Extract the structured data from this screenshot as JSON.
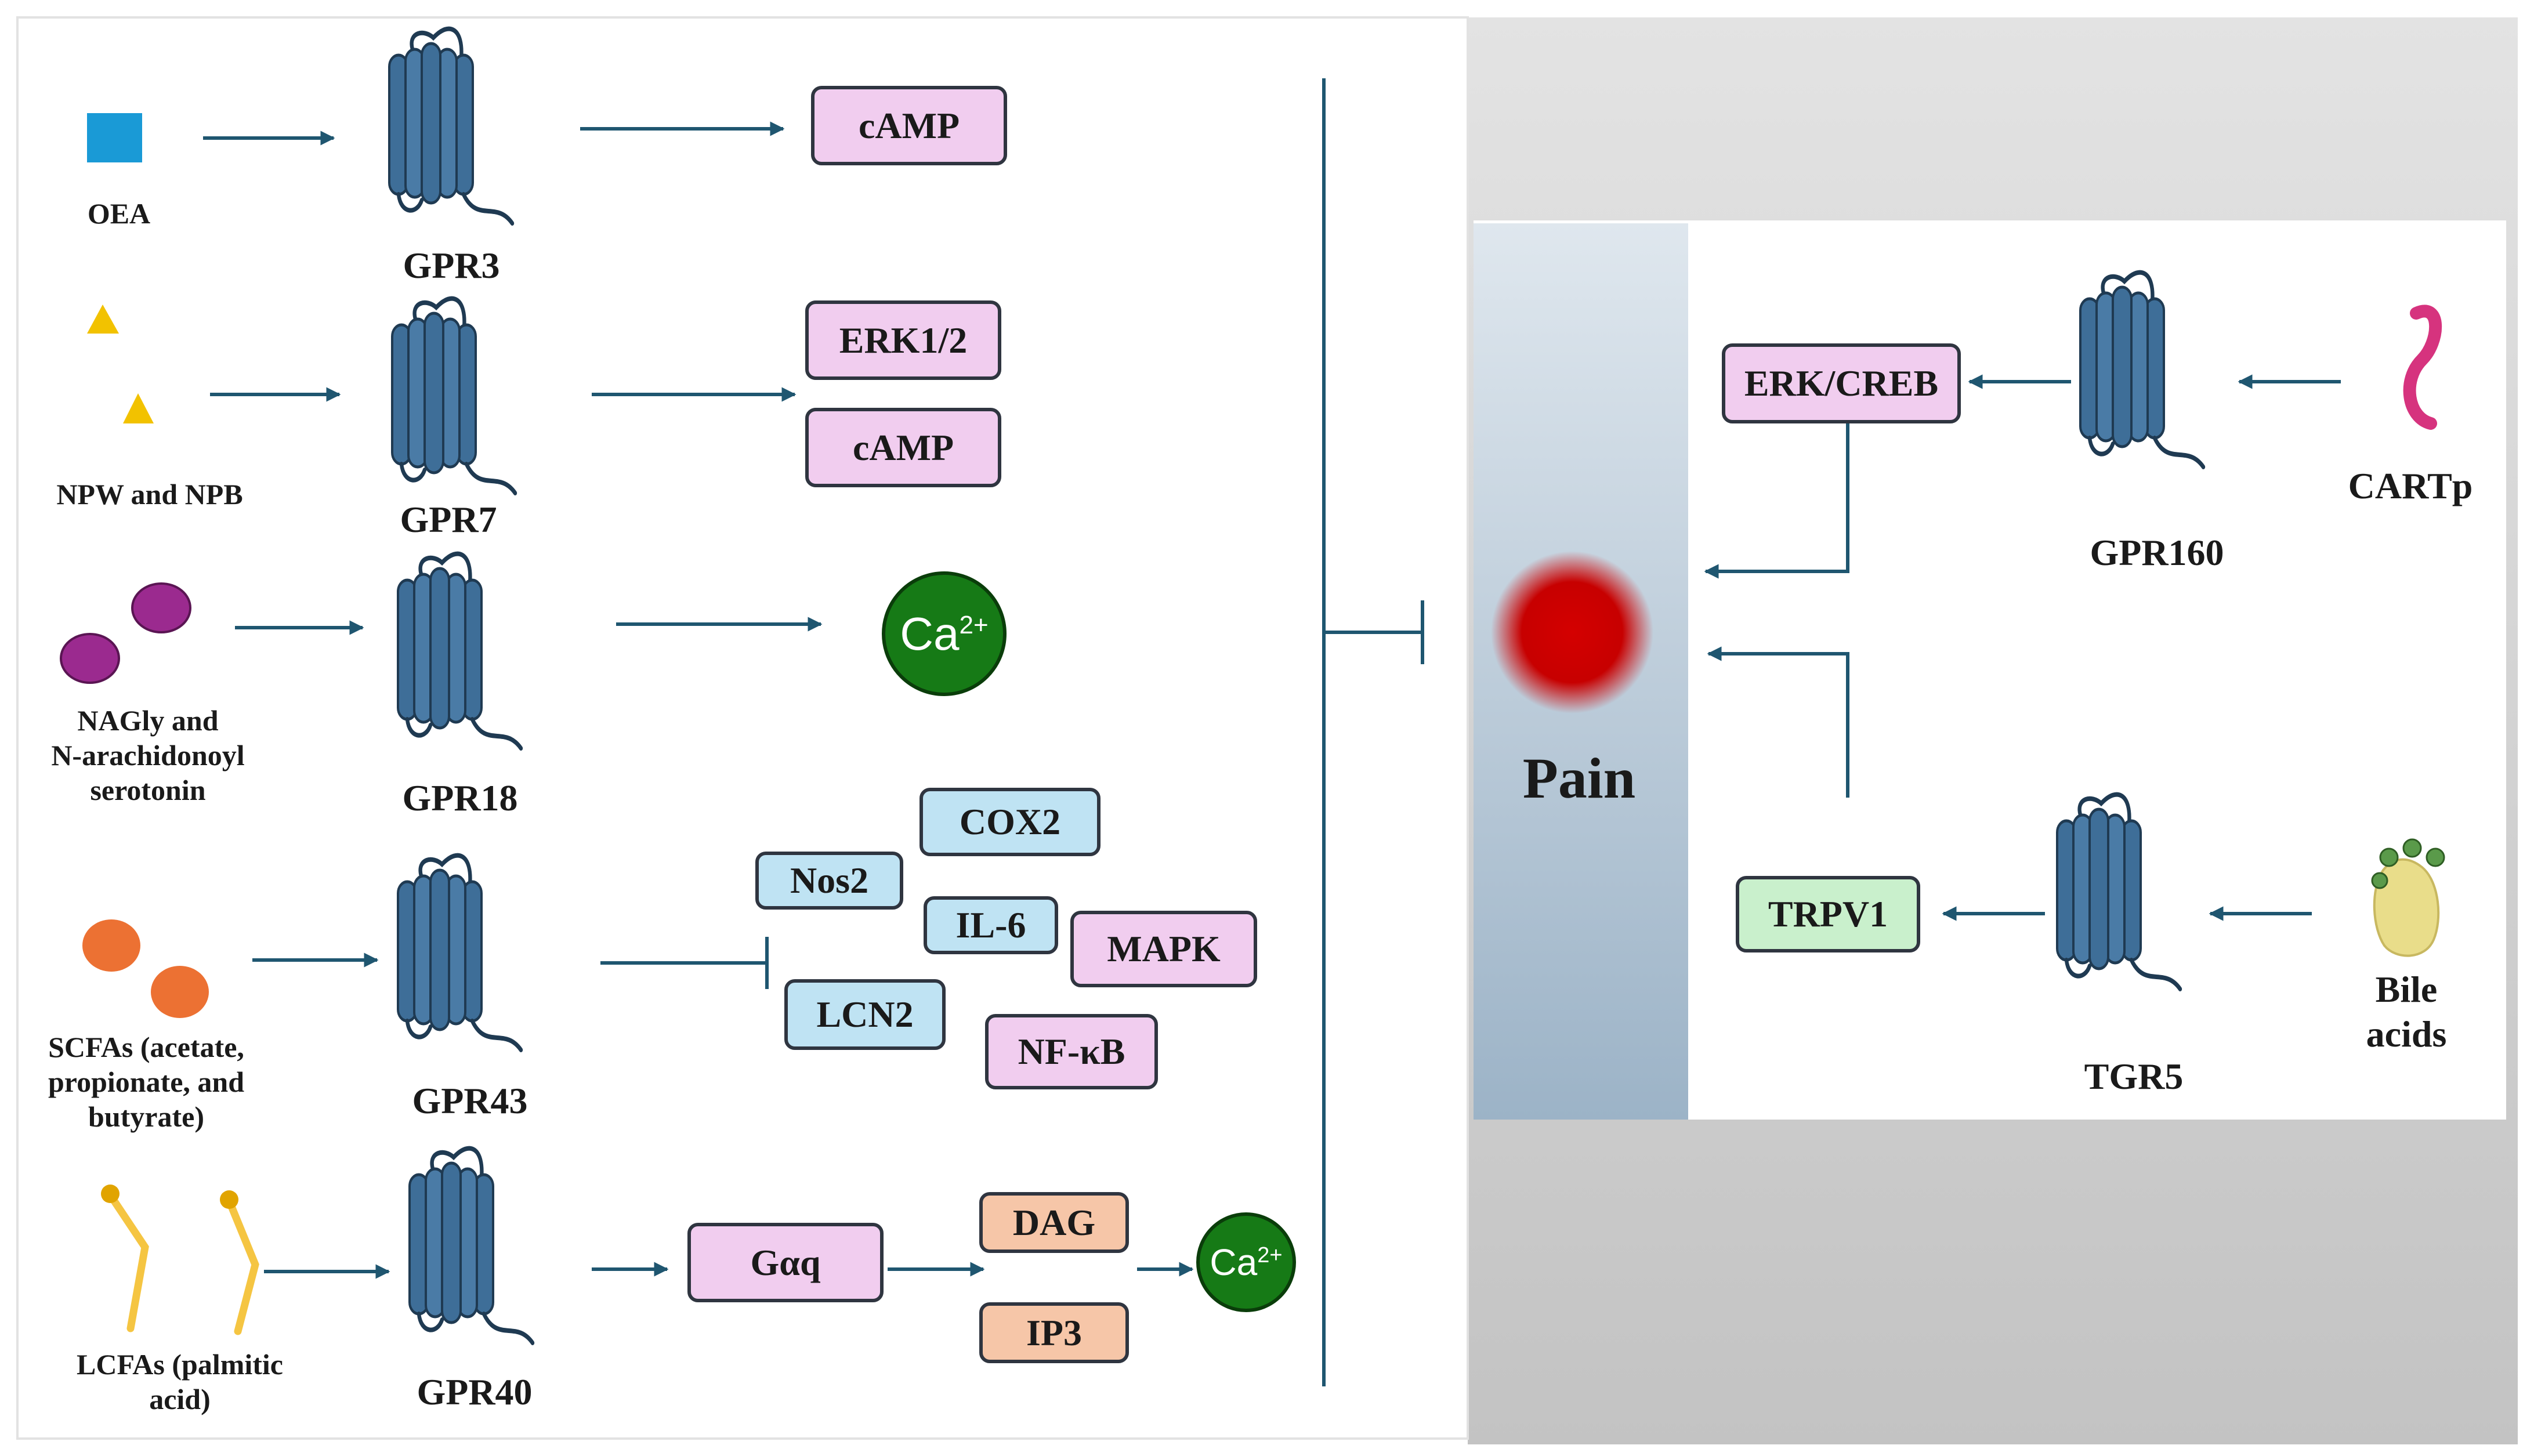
{
  "colors": {
    "receptor": "#3e6e98",
    "receptor_dark": "#1f3a52",
    "arrow": "#1f5670",
    "right_panel_bg": "#cfcfcf",
    "left_panel_bg": "#ffffff",
    "pain_dot": "#d40000",
    "ligand_square": "#1a9ad6",
    "ligand_triangle": "#f2c200",
    "ligand_purple": "#9b2a8f",
    "ligand_orange": "#ec7133",
    "ligand_chain": "#f5c542",
    "cartp": "#d6337e",
    "bile": "#e9dd8a",
    "box_pink": "#f1cdef",
    "box_blue": "#bfe3f3",
    "box_peach": "#f6c6a8",
    "box_green": "#c9f0cc",
    "calcium": "#167a16"
  },
  "ligands": {
    "oea": "OEA",
    "npw": "NPW and NPB",
    "nagly": "NAGly and\nN-arachidonoyl\nserotonin",
    "scfa": "SCFAs (acetate,\npropionate, and\nbutyrate)",
    "lcfa": "LCFAs (palmitic\nacid)",
    "cartp": "CARTp",
    "bile": "Bile acids"
  },
  "receptors": {
    "gpr3": "GPR3",
    "gpr7": "GPR7",
    "gpr18": "GPR18",
    "gpr43": "GPR43",
    "gpr40": "GPR40",
    "gpr160": "GPR160",
    "tgr5": "TGR5"
  },
  "effectors": {
    "gpr3_camp": "cAMP",
    "gpr7_erk": "ERK1/2",
    "gpr7_camp": "cAMP",
    "calcium_ion": "Ca",
    "calcium_charge": "2+",
    "cox2": "COX2",
    "nos2": "Nos2",
    "il6": "IL-6",
    "mapk": "MAPK",
    "lcn2": "LCN2",
    "nfkb": "NF-κB",
    "galphaq": "Gαq",
    "dag": "DAG",
    "ip3": "IP3",
    "erk_creb": "ERK/CREB",
    "trpv1": "TRPV1"
  },
  "pain": "Pain"
}
